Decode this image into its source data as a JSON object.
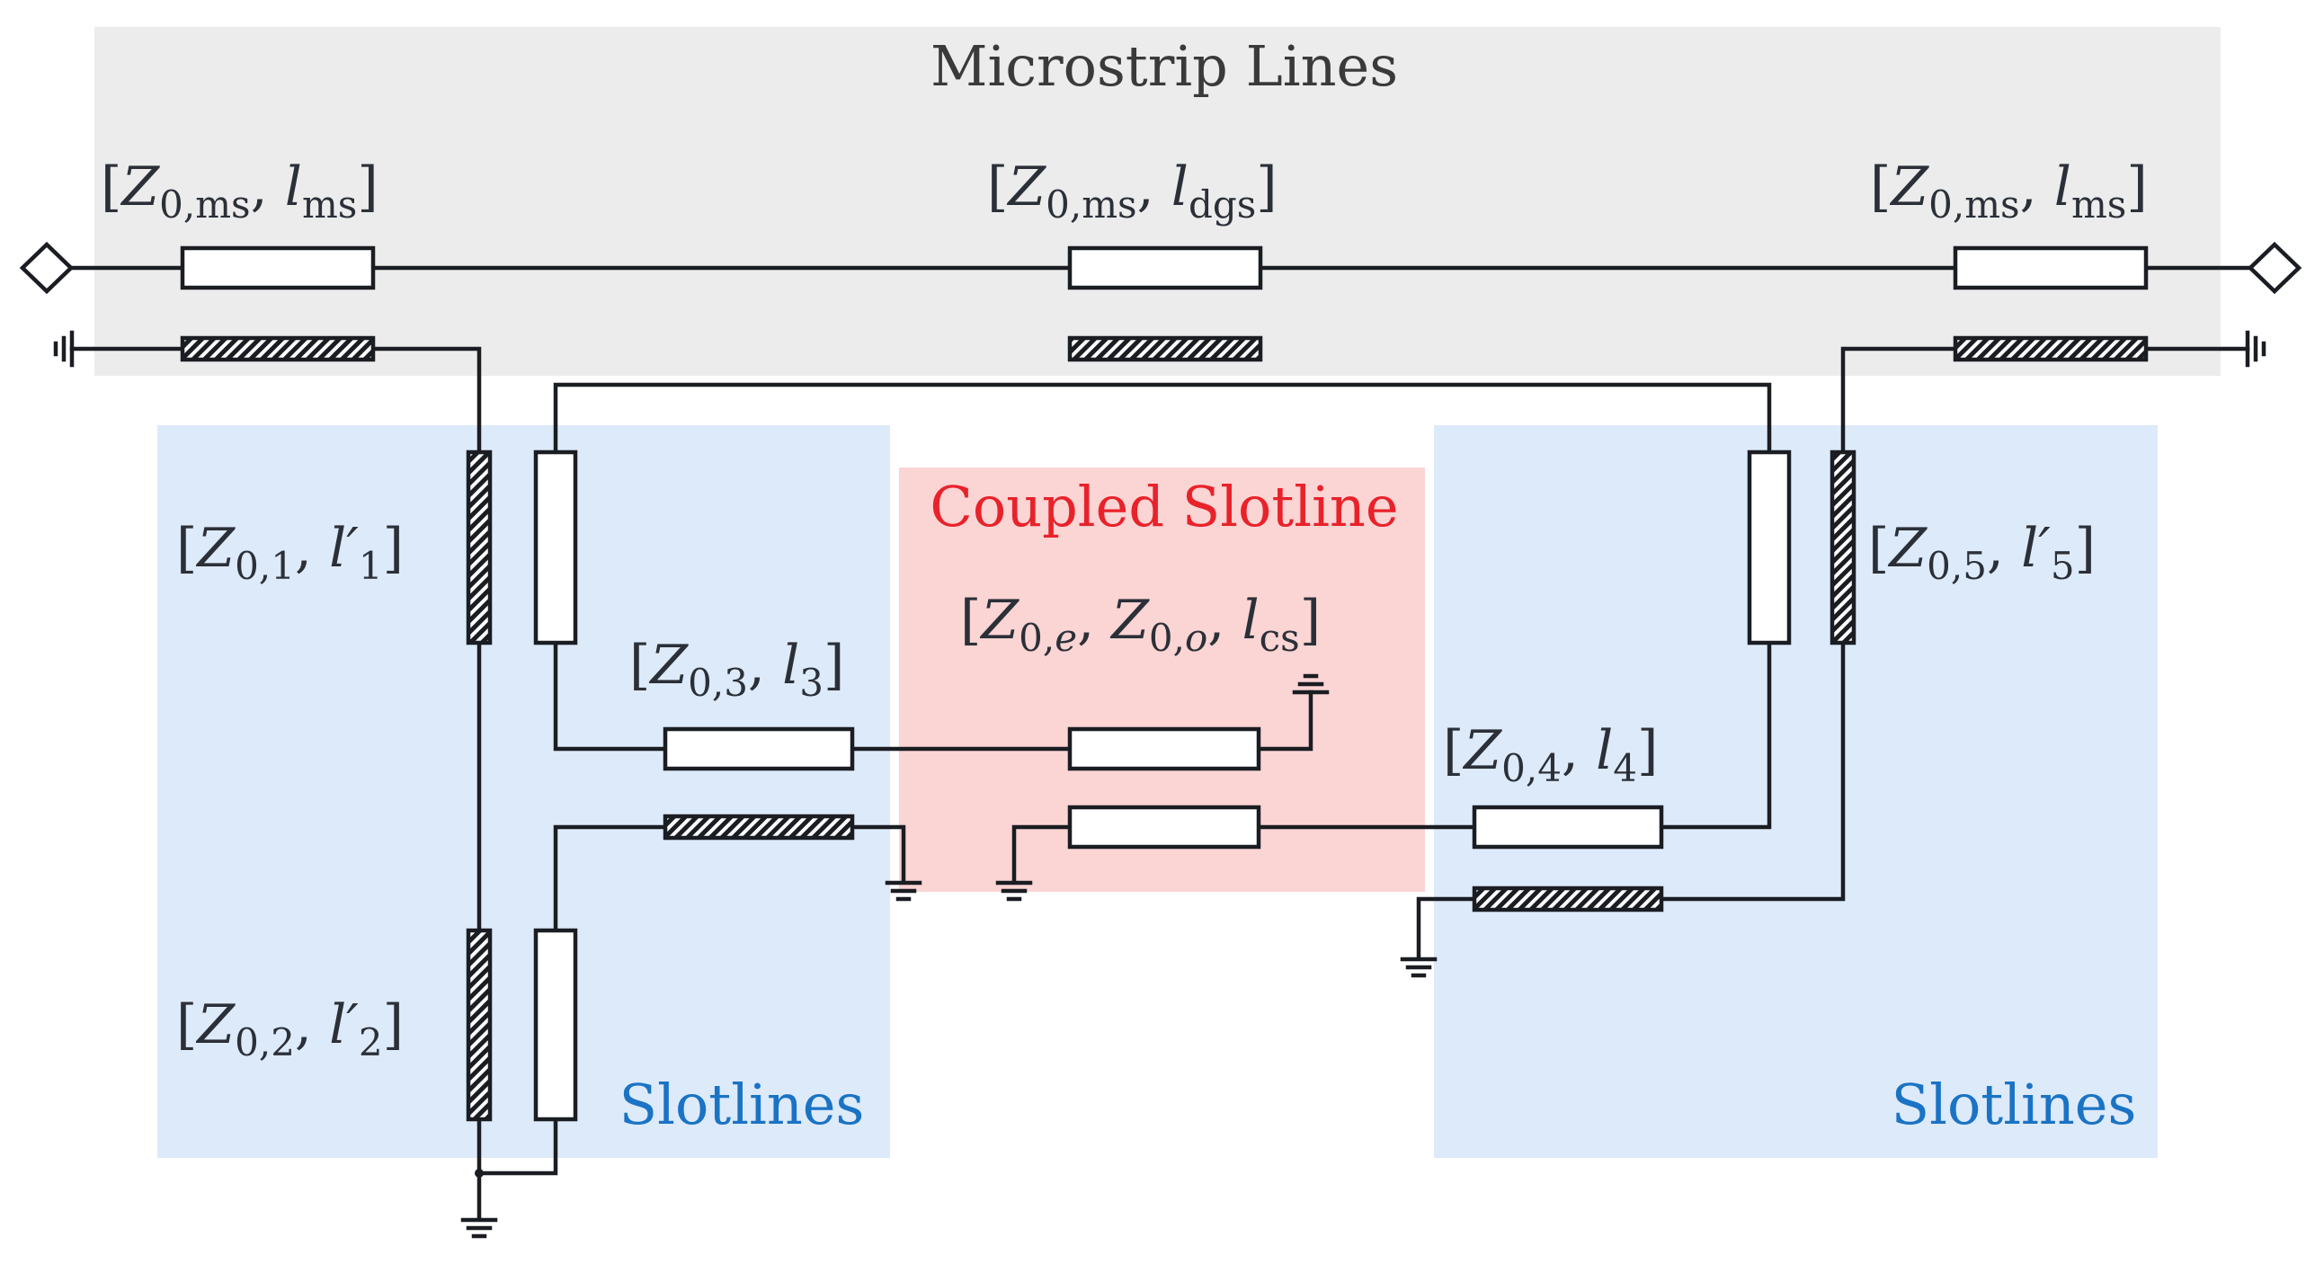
{
  "regions": {
    "microstrip": {
      "title": "Microstrip Lines",
      "color": "#ececec",
      "title_color": "#3a3a3a"
    },
    "coupled": {
      "title": "Coupled Slotline",
      "color": "#fbd4d4",
      "title_color": "#e8222a"
    },
    "slot_left": {
      "title": "Slotlines",
      "color": "#ddeafa",
      "title_color": "#1a73c4"
    },
    "slot_right": {
      "title": "Slotlines",
      "color": "#ddeafa",
      "title_color": "#1a73c4"
    }
  },
  "labels": {
    "ms_left": {
      "open": "[",
      "z": "Z",
      "zsub": "0,ms",
      "sep": ", ",
      "l": "l",
      "lsub": "ms",
      "close": "]"
    },
    "ms_mid": {
      "open": "[",
      "z": "Z",
      "zsub": "0,ms",
      "sep": ", ",
      "l": "l",
      "lsub": "dgs",
      "close": "]"
    },
    "ms_right": {
      "open": "[",
      "z": "Z",
      "zsub": "0,ms",
      "sep": ", ",
      "l": "l",
      "lsub": "ms",
      "close": "]"
    },
    "slot1": {
      "open": "[",
      "z": "Z",
      "zsub": "0,1",
      "sep": ", ",
      "l": "l′",
      "lsub": "1",
      "close": "]"
    },
    "slot2": {
      "open": "[",
      "z": "Z",
      "zsub": "0,2",
      "sep": ", ",
      "l": "l′",
      "lsub": "2",
      "close": "]"
    },
    "slot3": {
      "open": "[",
      "z": "Z",
      "zsub": "0,3",
      "sep": ", ",
      "l": "l",
      "lsub": "3",
      "close": "]"
    },
    "slot4": {
      "open": "[",
      "z": "Z",
      "zsub": "0,4",
      "sep": ", ",
      "l": "l",
      "lsub": "4",
      "close": "]"
    },
    "slot5": {
      "open": "[",
      "z": "Z",
      "zsub": "0,5",
      "sep": ", ",
      "l": "l′",
      "lsub": "5",
      "close": "]"
    },
    "coupled": {
      "open": "[",
      "z": "Z",
      "zsub": "0,",
      "zsub_it": "e",
      "sep": ", ",
      "z2": "Z",
      "z2sub": "0,",
      "z2sub_it": "o",
      "sep2": ", ",
      "l": "l",
      "lsub": "cs",
      "close": "]"
    }
  },
  "colors": {
    "line": "#1a1d22",
    "hatch_bg": "#ffffff",
    "label": "#2b3038"
  }
}
